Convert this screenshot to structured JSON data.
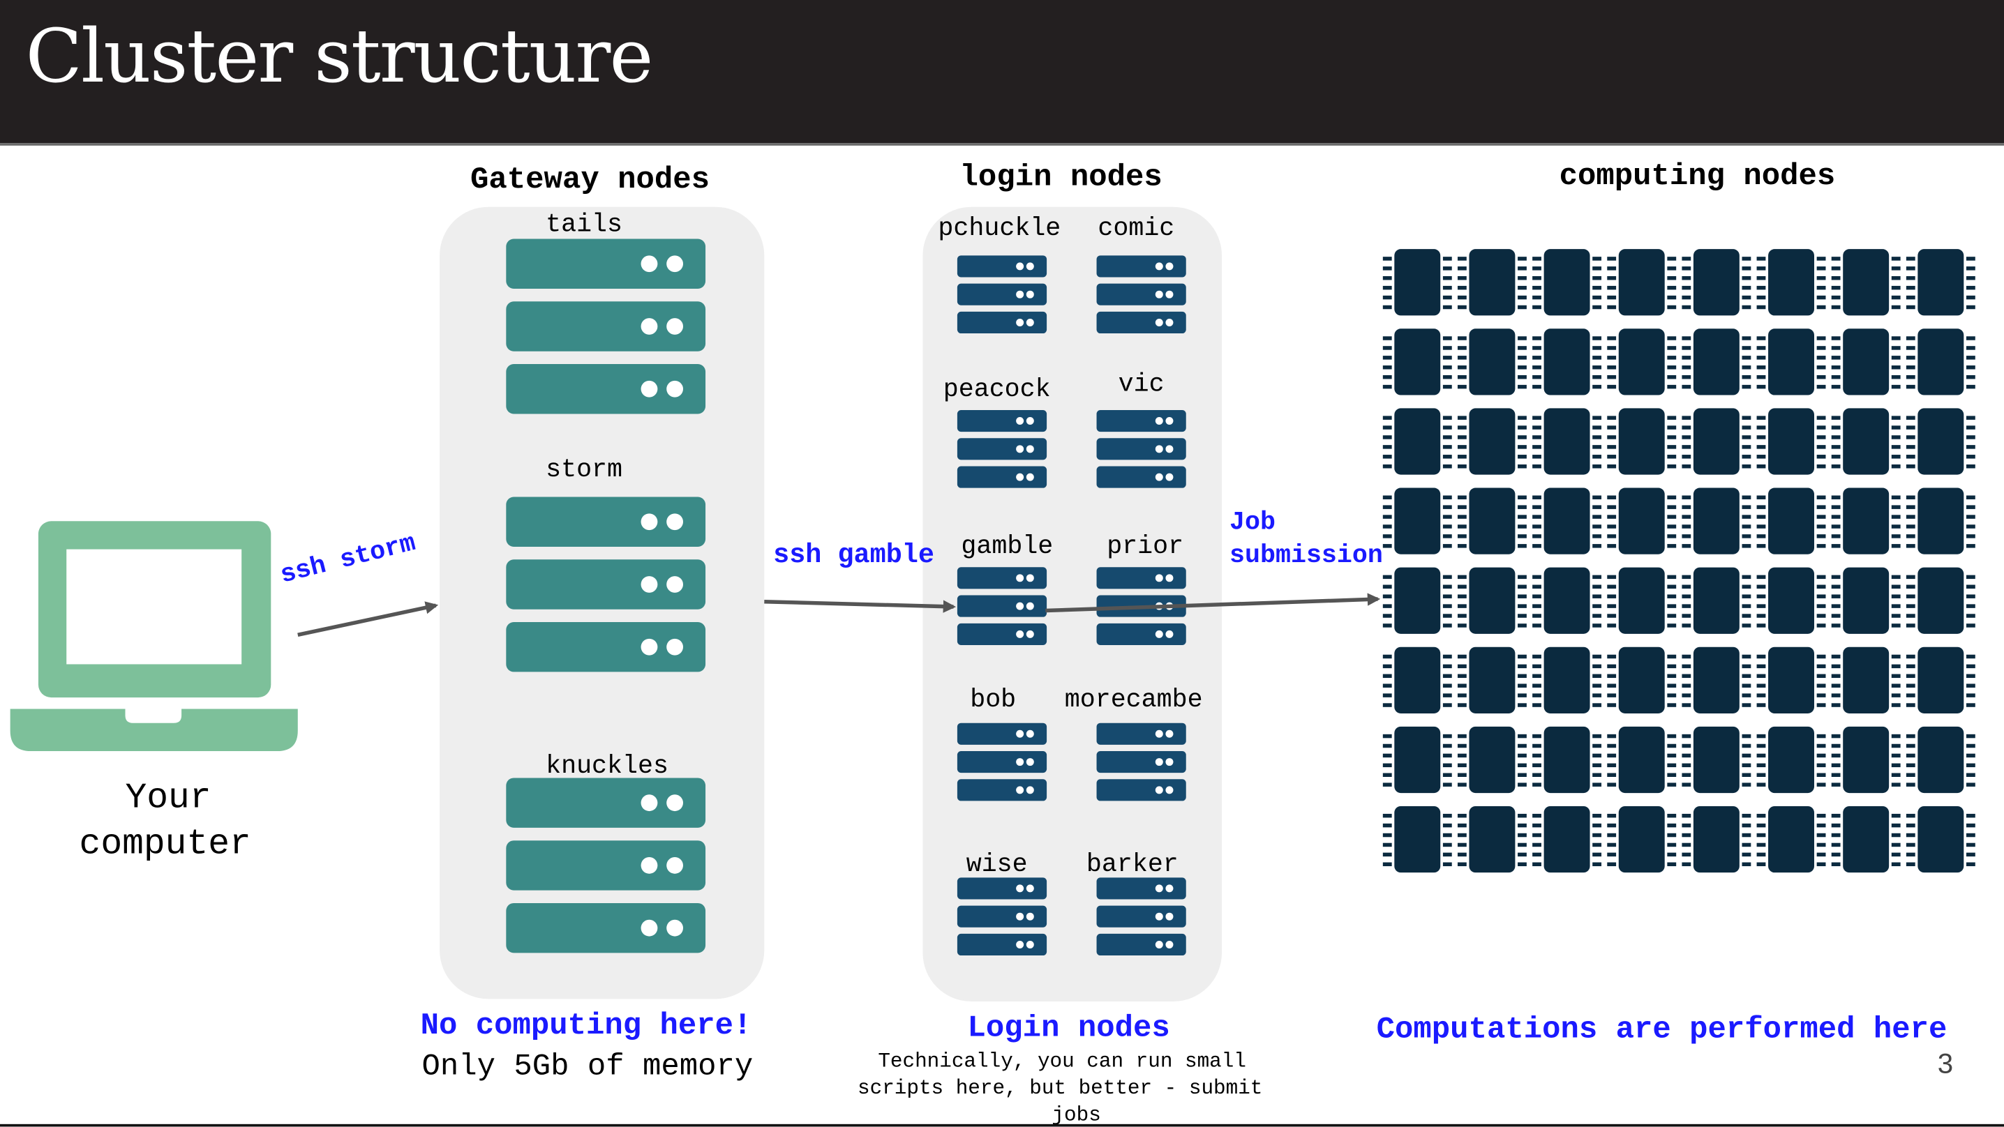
{
  "slide": {
    "title": "Cluster structure",
    "page_number": "3"
  },
  "gateway": {
    "heading": "Gateway nodes",
    "nodes": [
      "tails",
      "storm",
      "knuckles"
    ],
    "caption_main": "No computing here!",
    "caption_sub": "Only 5Gb of memory"
  },
  "login": {
    "heading": "login nodes",
    "nodes": [
      "pchuckle",
      "comic",
      "peacock",
      "vic",
      "gamble",
      "prior",
      "bob",
      "morecambe",
      "wise",
      "barker"
    ],
    "caption_main": "Login nodes",
    "caption_sub_1": "Technically, you can run small",
    "caption_sub_2": "scripts here, but better - submit",
    "caption_sub_3": "jobs"
  },
  "computing": {
    "heading": "computing nodes",
    "caption_main": "Computations are performed here",
    "chip_rows": 8,
    "chip_cols": 8
  },
  "your_computer": {
    "line1": "Your",
    "line2": "computer"
  },
  "arrows": {
    "ssh_storm": "ssh storm",
    "ssh_gamble": "ssh gamble",
    "job_line1": "Job",
    "job_line2": "submission"
  },
  "colors": {
    "header_bg": "#231f20",
    "laptop": "#7dc09a",
    "gateway_server": "#3a8a87",
    "login_server": "#164a6e",
    "chip": "#0b2a3f",
    "accent_text": "#1a1aff",
    "panel": "#eeeeee"
  }
}
